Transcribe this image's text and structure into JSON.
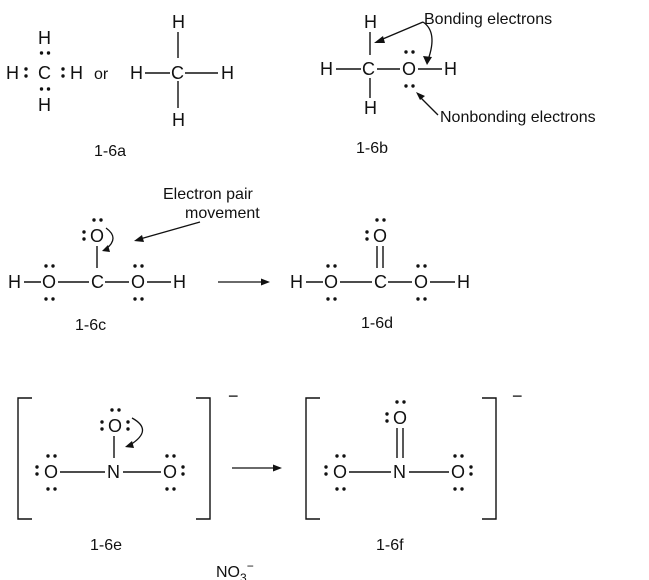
{
  "s1": {
    "atoms": {
      "H": "H",
      "C": "C"
    },
    "or_text": "or",
    "label": "1-6a"
  },
  "s2": {
    "atoms": {
      "H": "H",
      "C": "C",
      "O": "O"
    },
    "bonding_text": "Bonding electrons",
    "nonbonding_text": "Nonbonding electrons",
    "label": "1-6b"
  },
  "s3": {
    "atoms": {
      "H": "H",
      "C": "C",
      "O": "O"
    },
    "annotation_line1": "Electron pair",
    "annotation_line2": "movement",
    "label_c": "1-6c",
    "label_d": "1-6d"
  },
  "s4": {
    "atoms": {
      "N": "N",
      "O": "O"
    },
    "charge": "−",
    "label_e": "1-6e",
    "label_f": "1-6f",
    "formula_main": "NO",
    "formula_sub": "3",
    "formula_sup": "−"
  }
}
